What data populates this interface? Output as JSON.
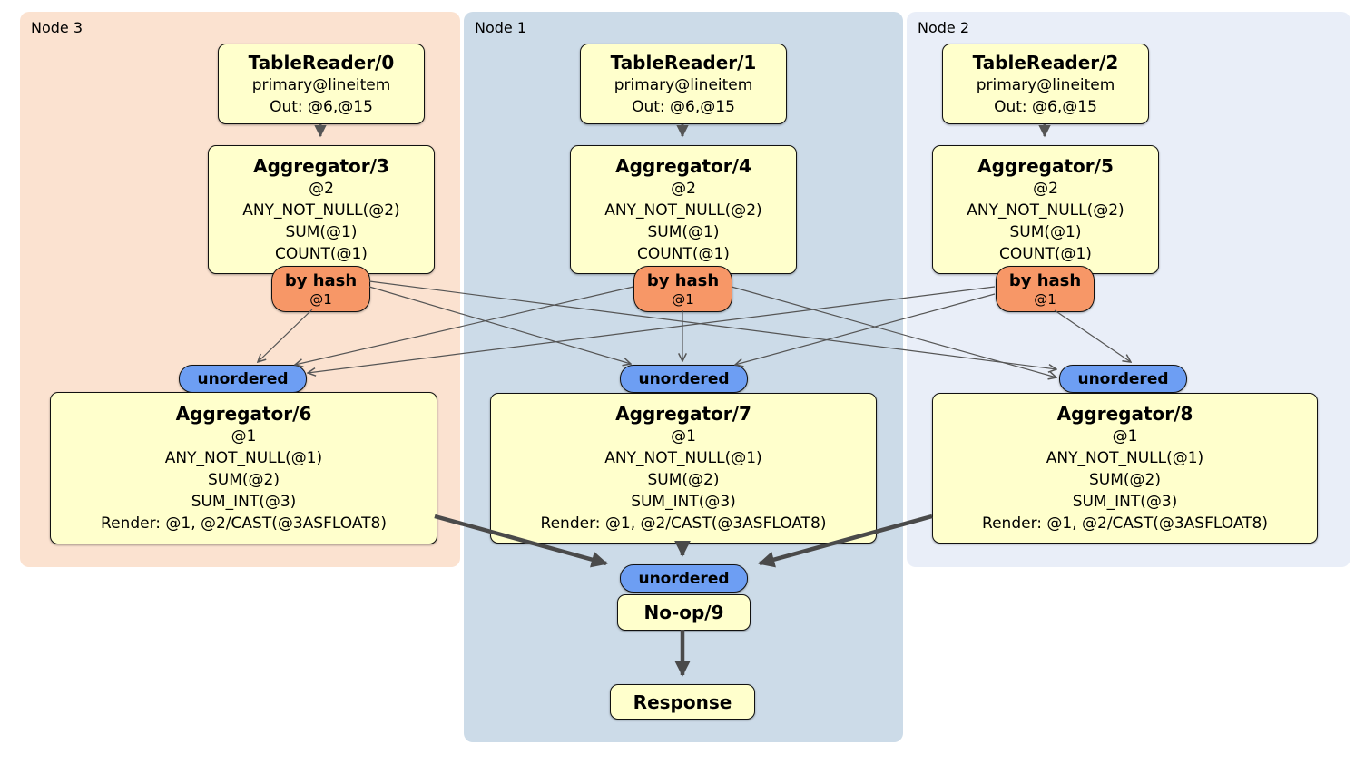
{
  "colors": {
    "node3-bg": "#fbe2d0",
    "node1-bg": "#ccdbe8",
    "node2-bg": "#e9eef8",
    "box-bg": "#ffffcc",
    "box-border": "#111111",
    "router-bg": "#f79767",
    "sync-bg": "#6d9ef3",
    "edge-thin": "#555555",
    "edge-mid": "#555555",
    "edge-thick": "#4a4a4a"
  },
  "regions": [
    {
      "label": "Node 3"
    },
    {
      "label": "Node 1"
    },
    {
      "label": "Node 2"
    }
  ],
  "table_readers": [
    {
      "title": "TableReader/0",
      "lines": [
        "primary@lineitem",
        "Out: @6,@15"
      ]
    },
    {
      "title": "TableReader/1",
      "lines": [
        "primary@lineitem",
        "Out: @6,@15"
      ]
    },
    {
      "title": "TableReader/2",
      "lines": [
        "primary@lineitem",
        "Out: @6,@15"
      ]
    }
  ],
  "stage1_aggregators": [
    {
      "title": "Aggregator/3",
      "lines": [
        "@2",
        "ANY_NOT_NULL(@2)",
        "SUM(@1)",
        "COUNT(@1)"
      ]
    },
    {
      "title": "Aggregator/4",
      "lines": [
        "@2",
        "ANY_NOT_NULL(@2)",
        "SUM(@1)",
        "COUNT(@1)"
      ]
    },
    {
      "title": "Aggregator/5",
      "lines": [
        "@2",
        "ANY_NOT_NULL(@2)",
        "SUM(@1)",
        "COUNT(@1)"
      ]
    }
  ],
  "hash_routers": [
    {
      "title": "by hash",
      "detail": "@1"
    },
    {
      "title": "by hash",
      "detail": "@1"
    },
    {
      "title": "by hash",
      "detail": "@1"
    }
  ],
  "unordered_syncs": [
    {
      "label": "unordered"
    },
    {
      "label": "unordered"
    },
    {
      "label": "unordered"
    },
    {
      "label": "unordered"
    }
  ],
  "stage2_aggregators": [
    {
      "title": "Aggregator/6",
      "lines": [
        "@1",
        "ANY_NOT_NULL(@1)",
        "SUM(@2)",
        "SUM_INT(@3)",
        "Render: @1, @2/CAST(@3ASFLOAT8)"
      ]
    },
    {
      "title": "Aggregator/7",
      "lines": [
        "@1",
        "ANY_NOT_NULL(@1)",
        "SUM(@2)",
        "SUM_INT(@3)",
        "Render: @1, @2/CAST(@3ASFLOAT8)"
      ]
    },
    {
      "title": "Aggregator/8",
      "lines": [
        "@1",
        "ANY_NOT_NULL(@1)",
        "SUM(@2)",
        "SUM_INT(@3)",
        "Render: @1, @2/CAST(@3ASFLOAT8)"
      ]
    }
  ],
  "noop": {
    "title": "No-op/9"
  },
  "response": {
    "title": "Response"
  }
}
